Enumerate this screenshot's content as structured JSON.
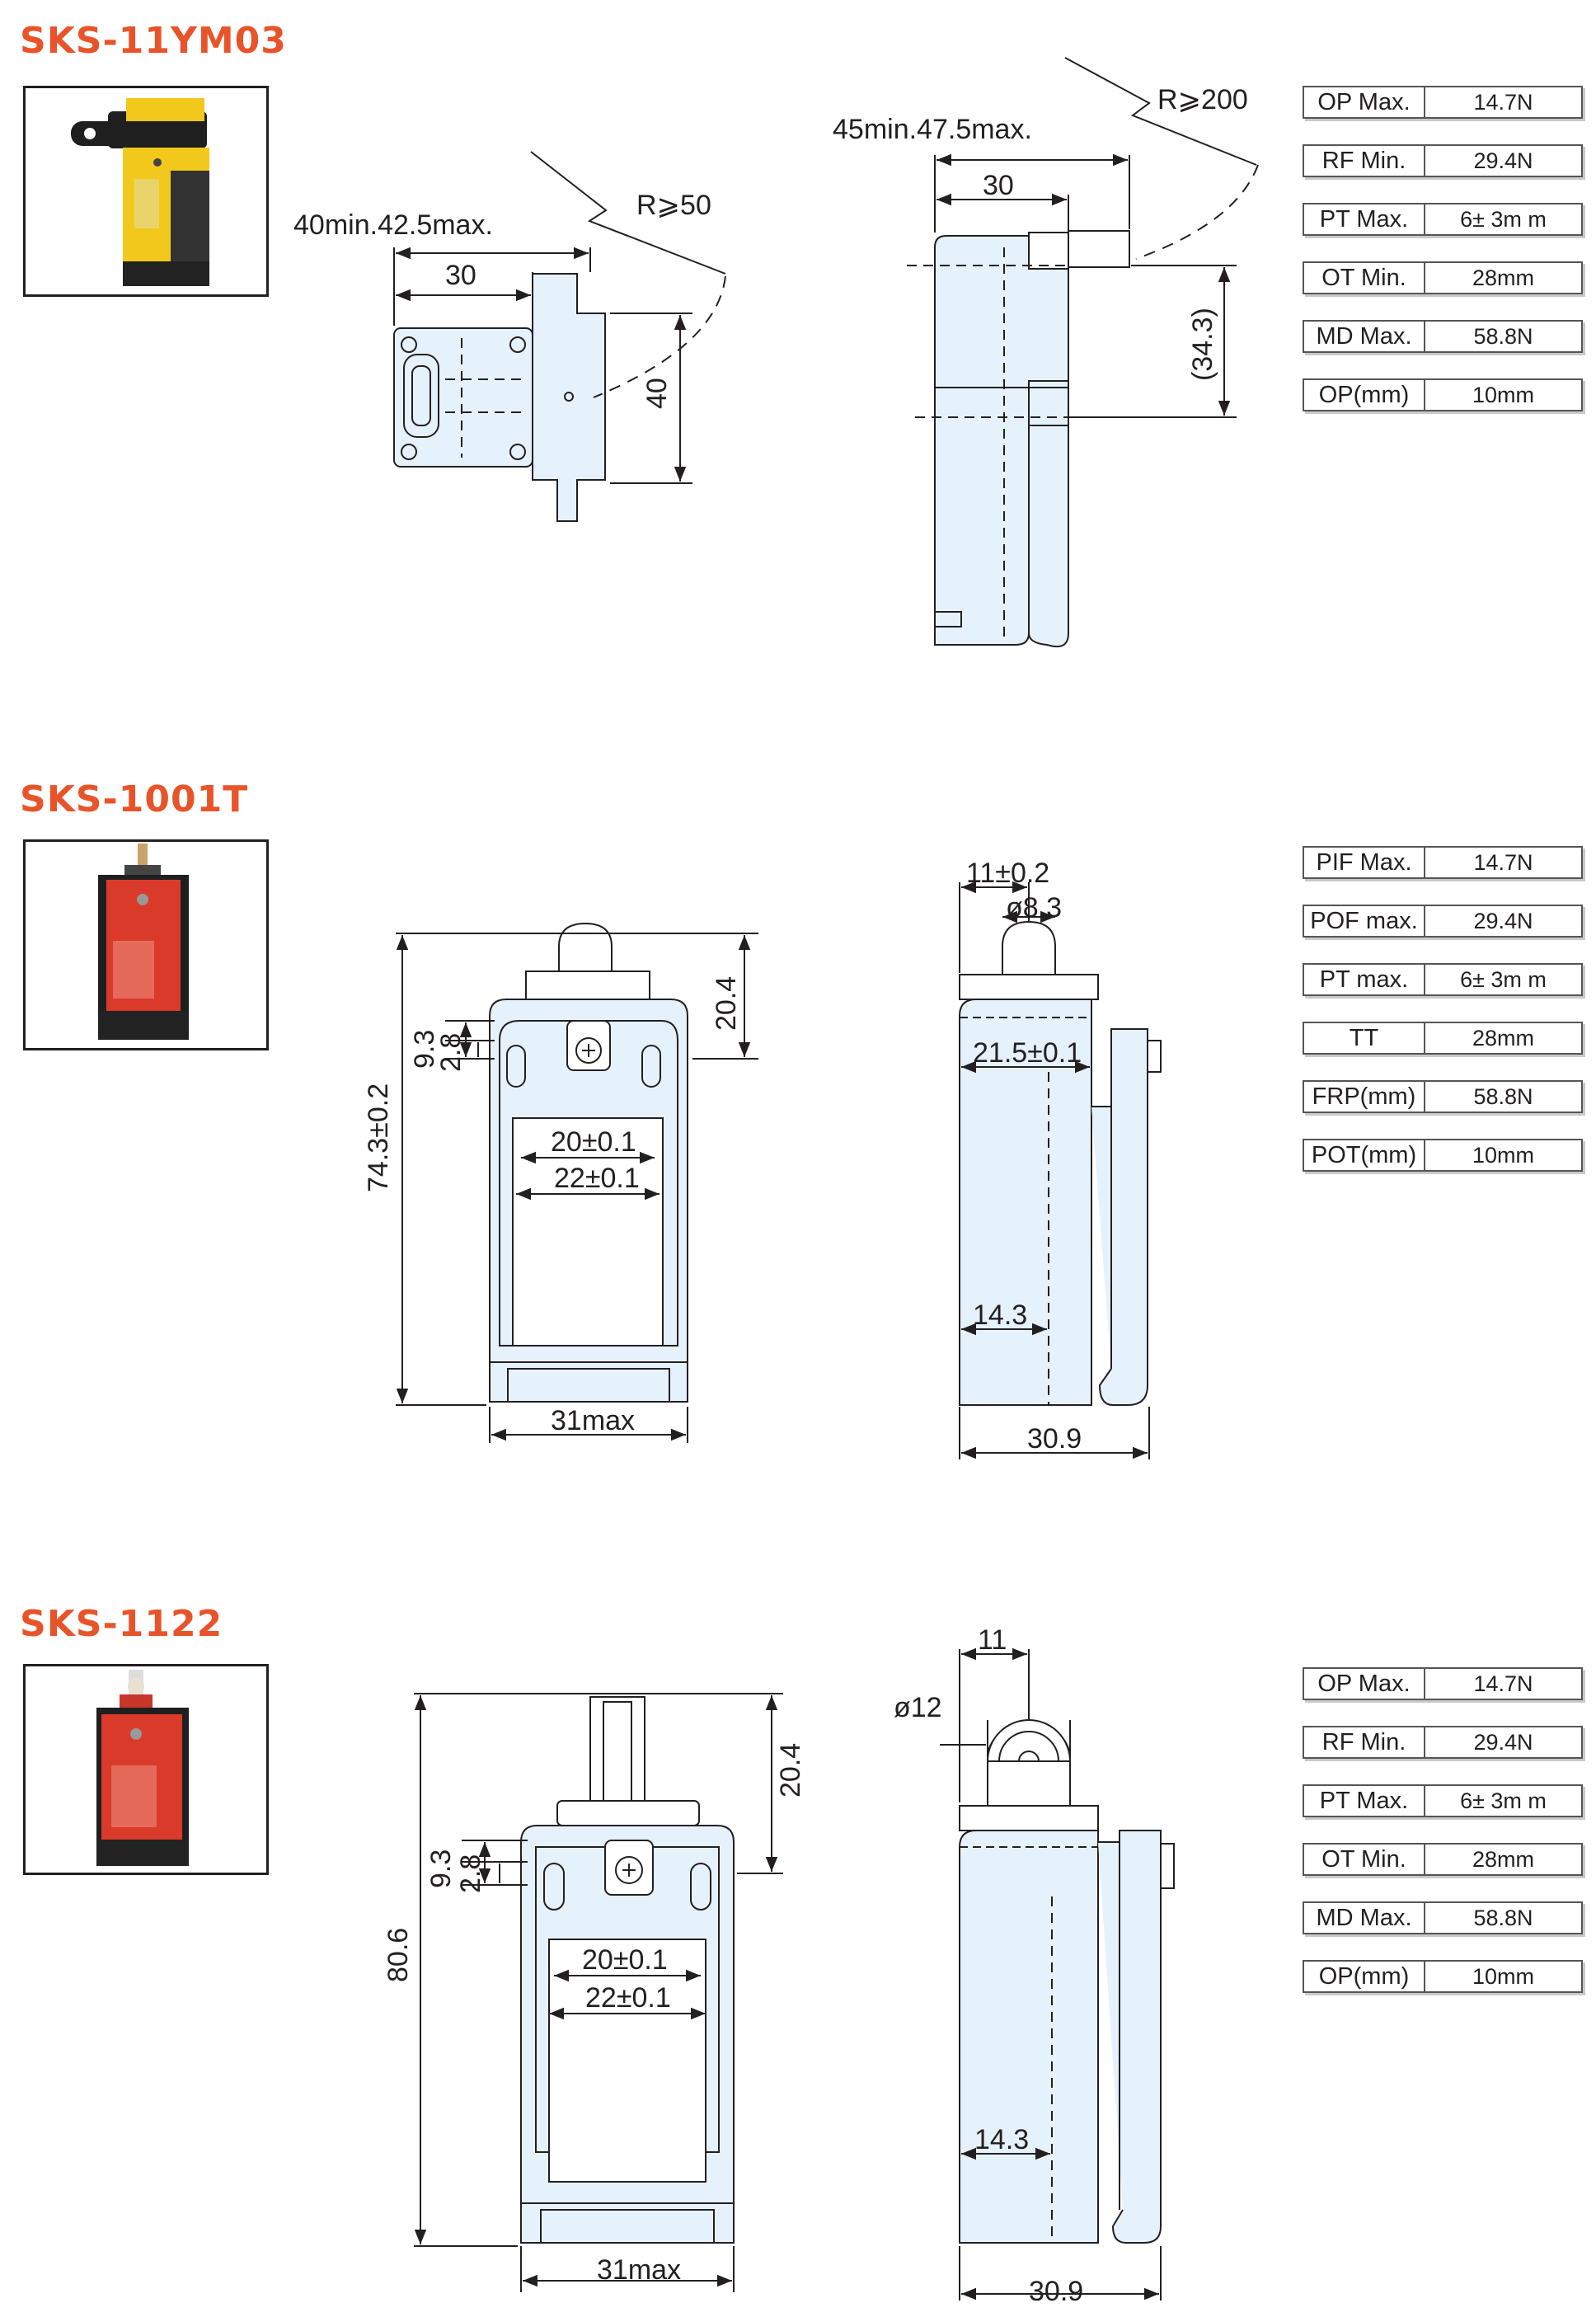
{
  "accent_color": "#e8542a",
  "sections": [
    {
      "model": "SKS-11YM03",
      "photo_colors": {
        "body": "#f2c81c",
        "cover": "#1f1f1f"
      },
      "specs": [
        {
          "k": "OP Max.",
          "v": "14.7N"
        },
        {
          "k": "RF Min.",
          "v": "29.4N"
        },
        {
          "k": "PT Max.",
          "v": "6± 3m m"
        },
        {
          "k": "OT Min.",
          "v": "28mm"
        },
        {
          "k": "MD Max.",
          "v": "58.8N"
        },
        {
          "k": "OP(mm)",
          "v": "10mm"
        }
      ],
      "dims": {
        "front_overall": "40min.42.5max.",
        "front_width": "30",
        "front_height": "40",
        "front_radius": "R⩾50",
        "side_overall": "45min.47.5max.",
        "side_width": "30",
        "side_height": "(34.3)",
        "side_radius": "R⩾200"
      }
    },
    {
      "model": "SKS-1001T",
      "photo_colors": {
        "body": "#d93a2a",
        "cover": "#1f1f1f"
      },
      "specs": [
        {
          "k": "PIF Max.",
          "v": "14.7N"
        },
        {
          "k": "POF max.",
          "v": "29.4N"
        },
        {
          "k": "PT max.",
          "v": "6± 3m m"
        },
        {
          "k": "TT",
          "v": "28mm"
        },
        {
          "k": "FRP(mm)",
          "v": "58.8N"
        },
        {
          "k": "POT(mm)",
          "v": "10mm"
        }
      ],
      "dims": {
        "height": "74.3±0.2",
        "top": "20.4",
        "d93": "9.3",
        "d28": "2.8",
        "inner1": "20±0.1",
        "inner2": "22±0.1",
        "width": "31max",
        "side_top": "11±0.2",
        "side_dia": "ø8.3",
        "side_inner": "21.5±0.1",
        "side_low": "14.3",
        "side_width": "30.9"
      }
    },
    {
      "model": "SKS-1122",
      "photo_colors": {
        "body": "#d93a2a",
        "cover": "#1f1f1f"
      },
      "specs": [
        {
          "k": "OP Max.",
          "v": "14.7N"
        },
        {
          "k": "RF Min.",
          "v": "29.4N"
        },
        {
          "k": "PT Max.",
          "v": "6± 3m m"
        },
        {
          "k": "OT Min.",
          "v": "28mm"
        },
        {
          "k": "MD Max.",
          "v": "58.8N"
        },
        {
          "k": "OP(mm)",
          "v": "10mm"
        }
      ],
      "dims": {
        "height": "80.6",
        "top": "20.4",
        "d93": "9.3",
        "d28": "2.8",
        "inner1": "20±0.1",
        "inner2": "22±0.1",
        "width": "31max",
        "side_top": "11",
        "side_dia": "ø12",
        "side_low": "14.3",
        "side_width": "30.9"
      }
    }
  ]
}
